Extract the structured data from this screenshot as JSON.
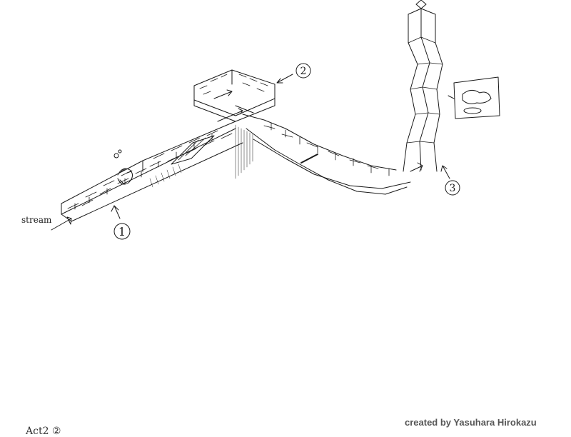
{
  "labels": {
    "stream": "stream",
    "marker_1": "1",
    "marker_2": "2",
    "marker_3": "3"
  },
  "credit": "created by Yasuhara Hirokazu",
  "corner_note": "Act2  ②",
  "colors": {
    "ink": "#1a1a1a",
    "credit_gray": "#555555",
    "paper": "#ffffff"
  }
}
